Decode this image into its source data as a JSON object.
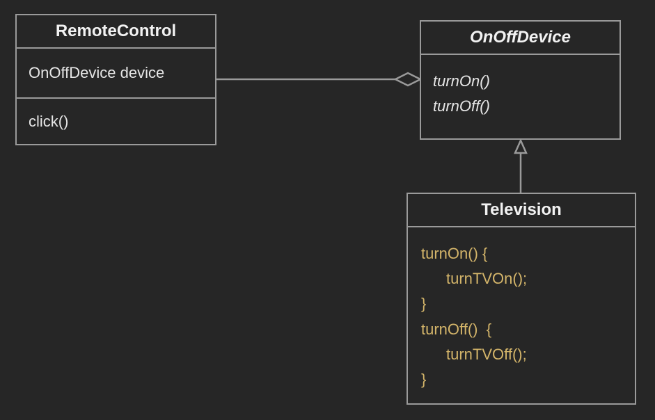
{
  "remote_control": {
    "name": "RemoteControl",
    "attribute": "OnOffDevice device",
    "method": "click()"
  },
  "on_off_device": {
    "name": "OnOffDevice",
    "methods": [
      "turnOn()",
      "turnOff()"
    ]
  },
  "television": {
    "name": "Television",
    "code": [
      "turnOn() {",
      "turnTVOn();",
      "}",
      "turnOff()  {",
      "turnTVOff();",
      "}"
    ]
  },
  "colors": {
    "background": "#262626",
    "border": "#9a9a9a",
    "text": "#e6e6e6",
    "code": "#d4b56a"
  }
}
